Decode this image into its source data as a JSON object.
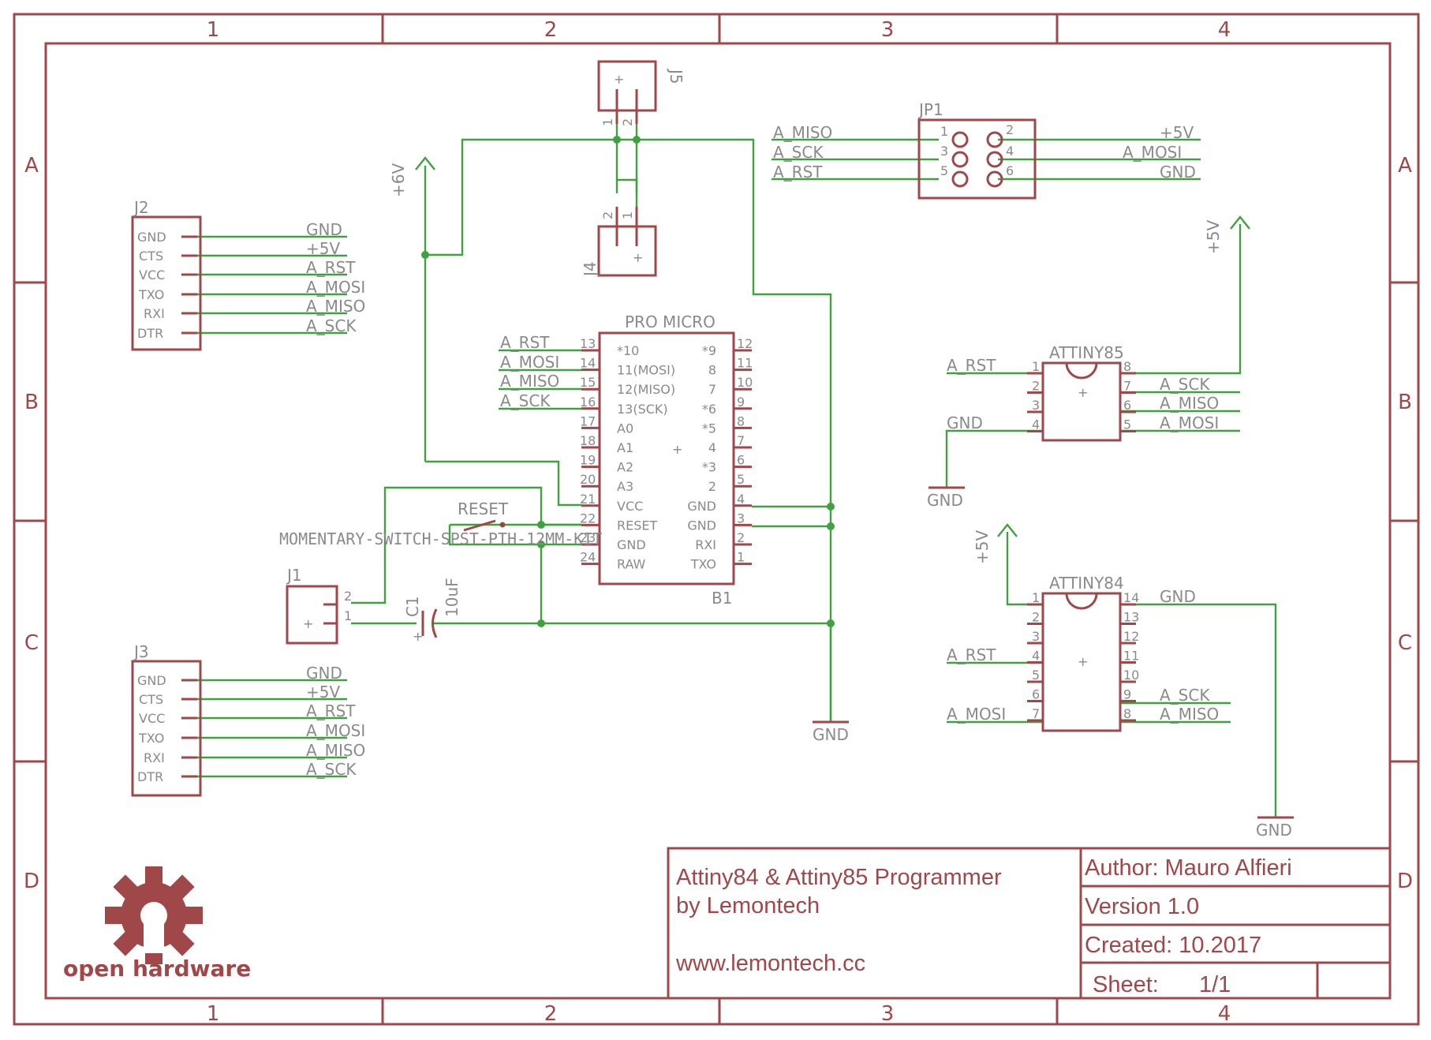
{
  "frame": {
    "columns": [
      "1",
      "2",
      "3",
      "4"
    ],
    "rows": [
      "A",
      "B",
      "C",
      "D"
    ]
  },
  "title_block": {
    "title_line1": "Attiny84 & Attiny85 Programmer",
    "title_line2": "by Lemontech",
    "website": "www.lemontech.cc",
    "author": "Author: Mauro Alfieri",
    "version": "Version 1.0",
    "created": "Created: 10.2017",
    "sheet_label": "Sheet:",
    "sheet_value": "1/1"
  },
  "logo": {
    "text": "open hardware",
    "icon": "open-hardware-gear-icon"
  },
  "colors": {
    "parts": "#a0474a",
    "wires": "#3fa13f",
    "labels": "#8a8a8a"
  },
  "j2": {
    "name": "J2",
    "pins": [
      "GND",
      "CTS",
      "VCC",
      "TXO",
      "RXI",
      "DTR"
    ],
    "nets": [
      "GND",
      "+5V",
      "A_RST",
      "A_MOSI",
      "A_MISO",
      "A_SCK"
    ]
  },
  "j3": {
    "name": "J3",
    "pins": [
      "GND",
      "CTS",
      "VCC",
      "TXO",
      "RXI",
      "DTR"
    ],
    "nets": [
      "GND",
      "+5V",
      "A_RST",
      "A_MOSI",
      "A_MISO",
      "A_SCK"
    ]
  },
  "j5": {
    "name": "J5",
    "pin1": "1",
    "pin2": "2"
  },
  "j4": {
    "name": "J4",
    "pin1": "1",
    "pin2": "2"
  },
  "j1": {
    "name": "J1",
    "pin1": "1",
    "pin2": "2"
  },
  "jp1": {
    "name": "JP1",
    "pin_numbers": [
      "1",
      "2",
      "3",
      "4",
      "5",
      "6"
    ],
    "left_nets": [
      "A_MISO",
      "A_SCK",
      "A_RST"
    ],
    "right_nets": [
      "+5V",
      "A_MOSI",
      "GND"
    ]
  },
  "pro_micro": {
    "name": "PRO MICRO",
    "ref": "B1",
    "left_nets": [
      "A_RST",
      "A_MOSI",
      "A_MISO",
      "A_SCK"
    ],
    "left_pin_numbers": [
      "13",
      "14",
      "15",
      "16",
      "17",
      "18",
      "19",
      "20",
      "21",
      "22",
      "24"
    ],
    "left_pin_names": [
      "*10",
      "11(MOSI)",
      "12(MISO)",
      "13(SCK)",
      "A0",
      "A1",
      "A2",
      "A3",
      "VCC",
      "RESET",
      "GND",
      "RAW"
    ],
    "left_pin_numbers_full": [
      "13",
      "14",
      "15",
      "16",
      "17",
      "18",
      "19",
      "20",
      "21",
      "22",
      "23",
      "24"
    ],
    "right_pin_numbers": [
      "12",
      "11",
      "10",
      "9",
      "8",
      "7",
      "6",
      "5",
      "4",
      "3",
      "2",
      "1"
    ],
    "right_pin_names": [
      "*9",
      "8",
      "7",
      "*6",
      "*5",
      "4",
      "*3",
      "2",
      "GND",
      "GND",
      "RXI",
      "TXO"
    ]
  },
  "attiny85": {
    "name": "ATTINY85",
    "left_pins": [
      "1",
      "2",
      "3",
      "4"
    ],
    "right_pins": [
      "8",
      "7",
      "6",
      "5"
    ],
    "left_nets": [
      "A_RST",
      "GND"
    ],
    "right_nets": [
      "A_SCK",
      "A_MISO",
      "A_MOSI"
    ]
  },
  "attiny84": {
    "name": "ATTINY84",
    "left_pins": [
      "1",
      "2",
      "3",
      "4",
      "5",
      "6",
      "7"
    ],
    "right_pins": [
      "14",
      "13",
      "12",
      "11",
      "10",
      "9",
      "8"
    ],
    "left_nets": [
      "A_RST",
      "A_MOSI"
    ],
    "right_nets": [
      "GND",
      "A_SCK",
      "A_MISO"
    ]
  },
  "reset_switch": {
    "name": "RESET",
    "value": "MOMENTARY-SWITCH-SPST-PTH-12MM-KIT"
  },
  "capacitor": {
    "name": "C1",
    "value": "10uF"
  },
  "supplies": {
    "plus6v": "+6V",
    "plus5v": "+5V",
    "gnd": "GND"
  }
}
